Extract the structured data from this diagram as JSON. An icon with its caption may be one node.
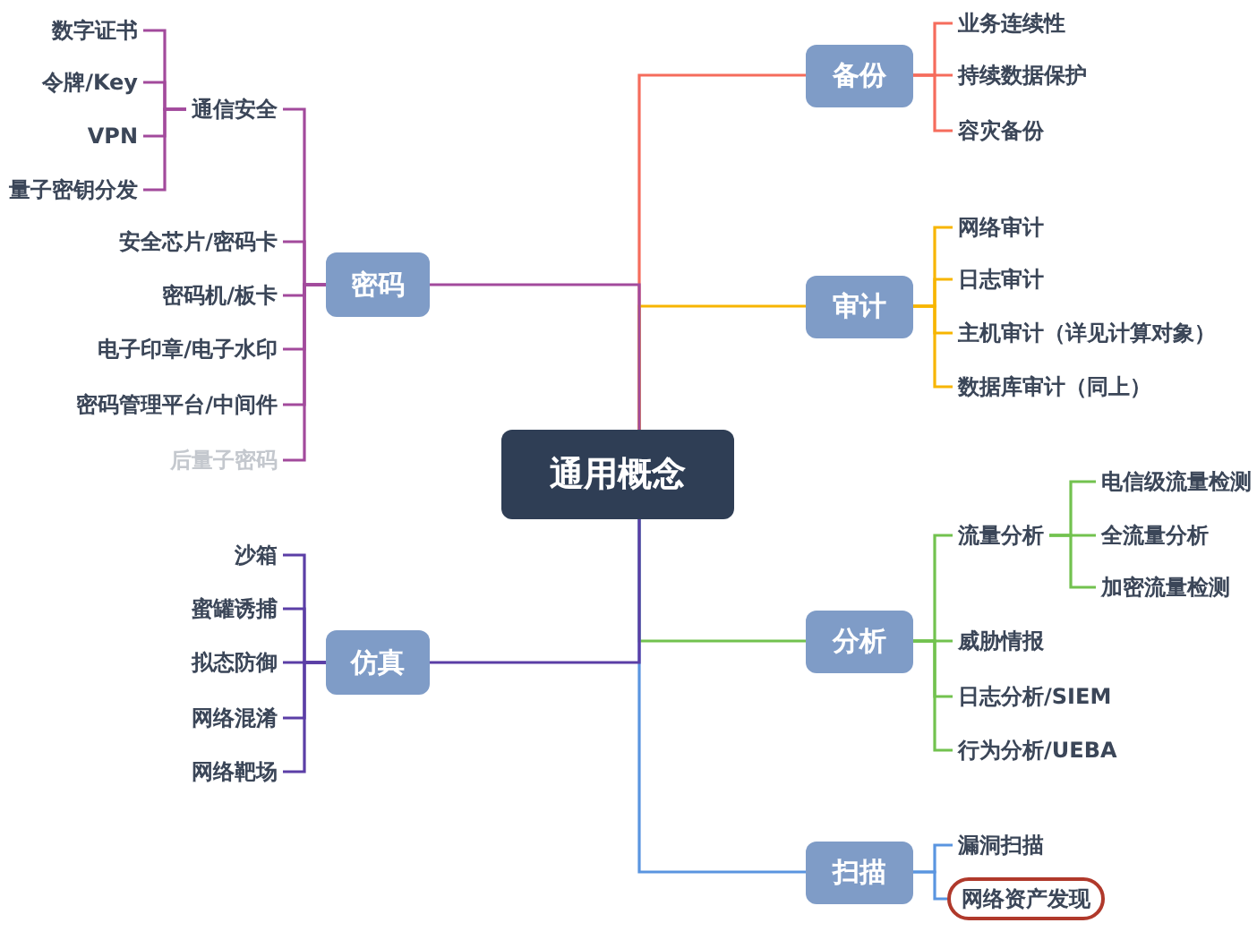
{
  "diagram": {
    "nodes": [
      {
        "text": [
          "通用概念"
        ]
      },
      {
        "text": [
          "备份"
        ]
      },
      {
        "text": [
          "业务连续性"
        ]
      },
      {
        "text": [
          "持续数据保护"
        ]
      },
      {
        "text": [
          "容灾备份"
        ]
      },
      {
        "text": [
          "审计"
        ]
      },
      {
        "text": [
          "网络审计"
        ]
      },
      {
        "text": [
          "日志审计"
        ]
      },
      {
        "text": [
          "主机审计（详见计算对象）"
        ]
      },
      {
        "text": [
          "数据库审计（同上）"
        ]
      },
      {
        "text": [
          "分析"
        ]
      },
      {
        "text": [
          "流量分析"
        ]
      },
      {
        "text": [
          "电信级流量检测"
        ]
      },
      {
        "text": [
          "全流量分析"
        ]
      },
      {
        "text": [
          "加密流量检测"
        ]
      },
      {
        "text": [
          "威胁情报"
        ]
      },
      {
        "text": [
          "日志分析/SIEM"
        ]
      },
      {
        "text": [
          "行为分析/UEBA"
        ]
      },
      {
        "text": [
          "扫描"
        ]
      },
      {
        "text": [
          "漏洞扫描"
        ]
      },
      {
        "text": [
          "网络资产发现"
        ]
      },
      {
        "text": [
          "密码"
        ]
      },
      {
        "text": [
          "通信安全"
        ]
      },
      {
        "text": [
          "数字证书"
        ]
      },
      {
        "text": [
          "令牌/Key"
        ]
      },
      {
        "text": [
          "VPN"
        ]
      },
      {
        "text": [
          "量子密钥分发"
        ]
      },
      {
        "text": [
          "安全芯片/密码卡"
        ]
      },
      {
        "text": [
          "密码机/板卡"
        ]
      },
      {
        "text": [
          "电子印章/电子水印"
        ]
      },
      {
        "text": [
          "密码管理平台/中间件"
        ]
      },
      {
        "text": [
          "后量子密码"
        ]
      },
      {
        "text": [
          "仿真"
        ]
      },
      {
        "text": [
          "沙箱"
        ]
      },
      {
        "text": [
          "蜜罐诱捕"
        ]
      },
      {
        "text": [
          "拟态防御"
        ]
      },
      {
        "text": [
          "网络混淆"
        ]
      },
      {
        "text": [
          "网络靶场"
        ]
      }
    ],
    "edges": [
      {
        "from": 0,
        "to": 1,
        "arrow": "none",
        "color": "#f56c5c"
      },
      {
        "from": 1,
        "to": 2,
        "arrow": "none",
        "color": "#f56c5c"
      },
      {
        "from": 1,
        "to": 3,
        "arrow": "none",
        "color": "#f56c5c"
      },
      {
        "from": 1,
        "to": 4,
        "arrow": "none",
        "color": "#f56c5c"
      },
      {
        "from": 0,
        "to": 5,
        "arrow": "none",
        "color": "#f7b500"
      },
      {
        "from": 5,
        "to": 6,
        "arrow": "none",
        "color": "#f7b500"
      },
      {
        "from": 5,
        "to": 7,
        "arrow": "none",
        "color": "#f7b500"
      },
      {
        "from": 5,
        "to": 8,
        "arrow": "none",
        "color": "#f7b500"
      },
      {
        "from": 5,
        "to": 9,
        "arrow": "none",
        "color": "#f7b500"
      },
      {
        "from": 0,
        "to": 10,
        "arrow": "none",
        "color": "#72c24f"
      },
      {
        "from": 10,
        "to": 11,
        "arrow": "none",
        "color": "#72c24f"
      },
      {
        "from": 11,
        "to": 12,
        "arrow": "none",
        "color": "#72c24f"
      },
      {
        "from": 11,
        "to": 13,
        "arrow": "none",
        "color": "#72c24f"
      },
      {
        "from": 11,
        "to": 14,
        "arrow": "none",
        "color": "#72c24f"
      },
      {
        "from": 10,
        "to": 15,
        "arrow": "none",
        "color": "#72c24f"
      },
      {
        "from": 10,
        "to": 16,
        "arrow": "none",
        "color": "#72c24f"
      },
      {
        "from": 10,
        "to": 17,
        "arrow": "none",
        "color": "#72c24f"
      },
      {
        "from": 0,
        "to": 18,
        "arrow": "none",
        "color": "#5a95e0"
      },
      {
        "from": 18,
        "to": 19,
        "arrow": "none",
        "color": "#5a95e0"
      },
      {
        "from": 18,
        "to": 20,
        "arrow": "none",
        "color": "#5a95e0"
      },
      {
        "from": 0,
        "to": 21,
        "arrow": "none",
        "color": "#a24a9c"
      },
      {
        "from": 21,
        "to": 22,
        "arrow": "none",
        "color": "#a24a9c"
      },
      {
        "from": 22,
        "to": 23,
        "arrow": "none",
        "color": "#a24a9c"
      },
      {
        "from": 22,
        "to": 24,
        "arrow": "none",
        "color": "#a24a9c"
      },
      {
        "from": 22,
        "to": 25,
        "arrow": "none",
        "color": "#a24a9c"
      },
      {
        "from": 22,
        "to": 26,
        "arrow": "none",
        "color": "#a24a9c"
      },
      {
        "from": 21,
        "to": 27,
        "arrow": "none",
        "color": "#a24a9c"
      },
      {
        "from": 21,
        "to": 28,
        "arrow": "none",
        "color": "#a24a9c"
      },
      {
        "from": 21,
        "to": 29,
        "arrow": "none",
        "color": "#a24a9c"
      },
      {
        "from": 21,
        "to": 30,
        "arrow": "none",
        "color": "#a24a9c"
      },
      {
        "from": 21,
        "to": 31,
        "arrow": "none",
        "color": "#a24a9c"
      },
      {
        "from": 0,
        "to": 32,
        "arrow": "none",
        "color": "#5b3ea6"
      },
      {
        "from": 32,
        "to": 33,
        "arrow": "none",
        "color": "#5b3ea6"
      },
      {
        "from": 32,
        "to": 34,
        "arrow": "none",
        "color": "#5b3ea6"
      },
      {
        "from": 32,
        "to": 35,
        "arrow": "none",
        "color": "#5b3ea6"
      },
      {
        "from": 32,
        "to": 36,
        "arrow": "none",
        "color": "#5b3ea6"
      },
      {
        "from": 32,
        "to": 37,
        "arrow": "none",
        "color": "#5b3ea6"
      }
    ]
  }
}
